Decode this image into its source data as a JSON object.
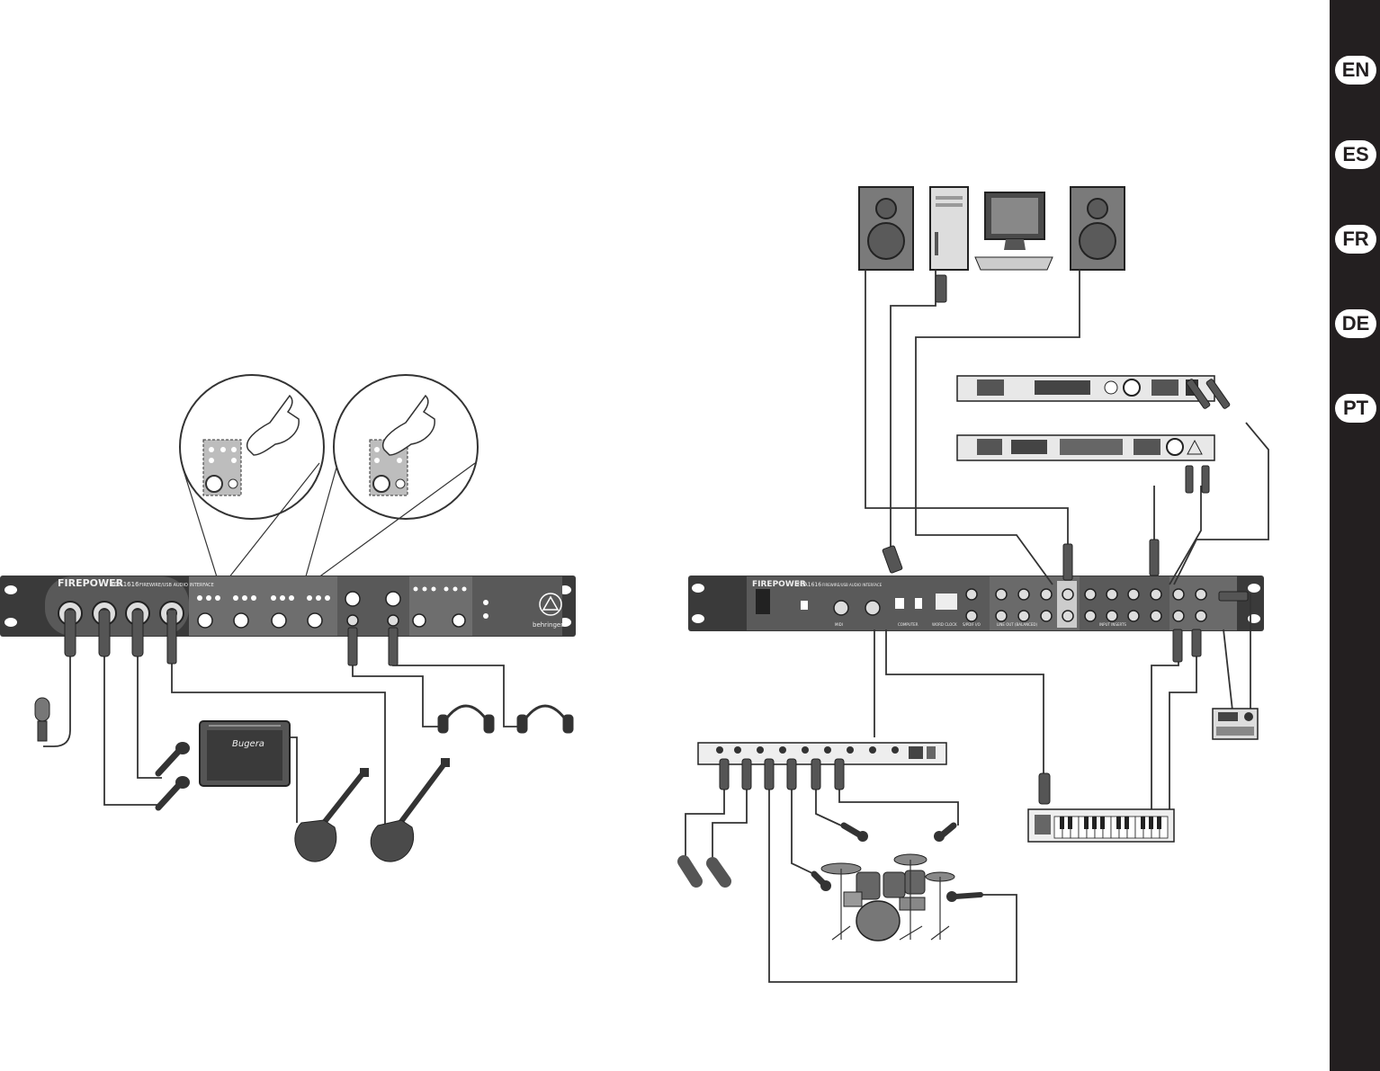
{
  "languages": [
    {
      "code": "EN"
    },
    {
      "code": "ES"
    },
    {
      "code": "FR"
    },
    {
      "code": "DE"
    },
    {
      "code": "PT"
    }
  ],
  "front_panel": {
    "brand_text": "FIREPOWER",
    "model_text": "FCA1616",
    "subtitle_text": "FIREWIRE/USB AUDIO INTERFACE",
    "logo_text": "behringer",
    "amp_brand_text": "Bugera"
  },
  "rear_panel": {
    "brand_text": "FIREPOWER",
    "model_text": "FCA1616",
    "subtitle_text": "FIREWIRE/USB AUDIO INTERFACE",
    "section_labels": [
      "MIDI",
      "COMPUTER",
      "WORD CLOCK",
      "S/PDIF I/O",
      "LINE OUT (BALANCED)",
      "INPUT INSERTS"
    ]
  },
  "colors": {
    "device_body": "#3a3a3a",
    "device_panel": "#5a5a5a",
    "lang_bar": "#231f20",
    "cable": "#333333",
    "speaker": "#7a7a7a"
  }
}
